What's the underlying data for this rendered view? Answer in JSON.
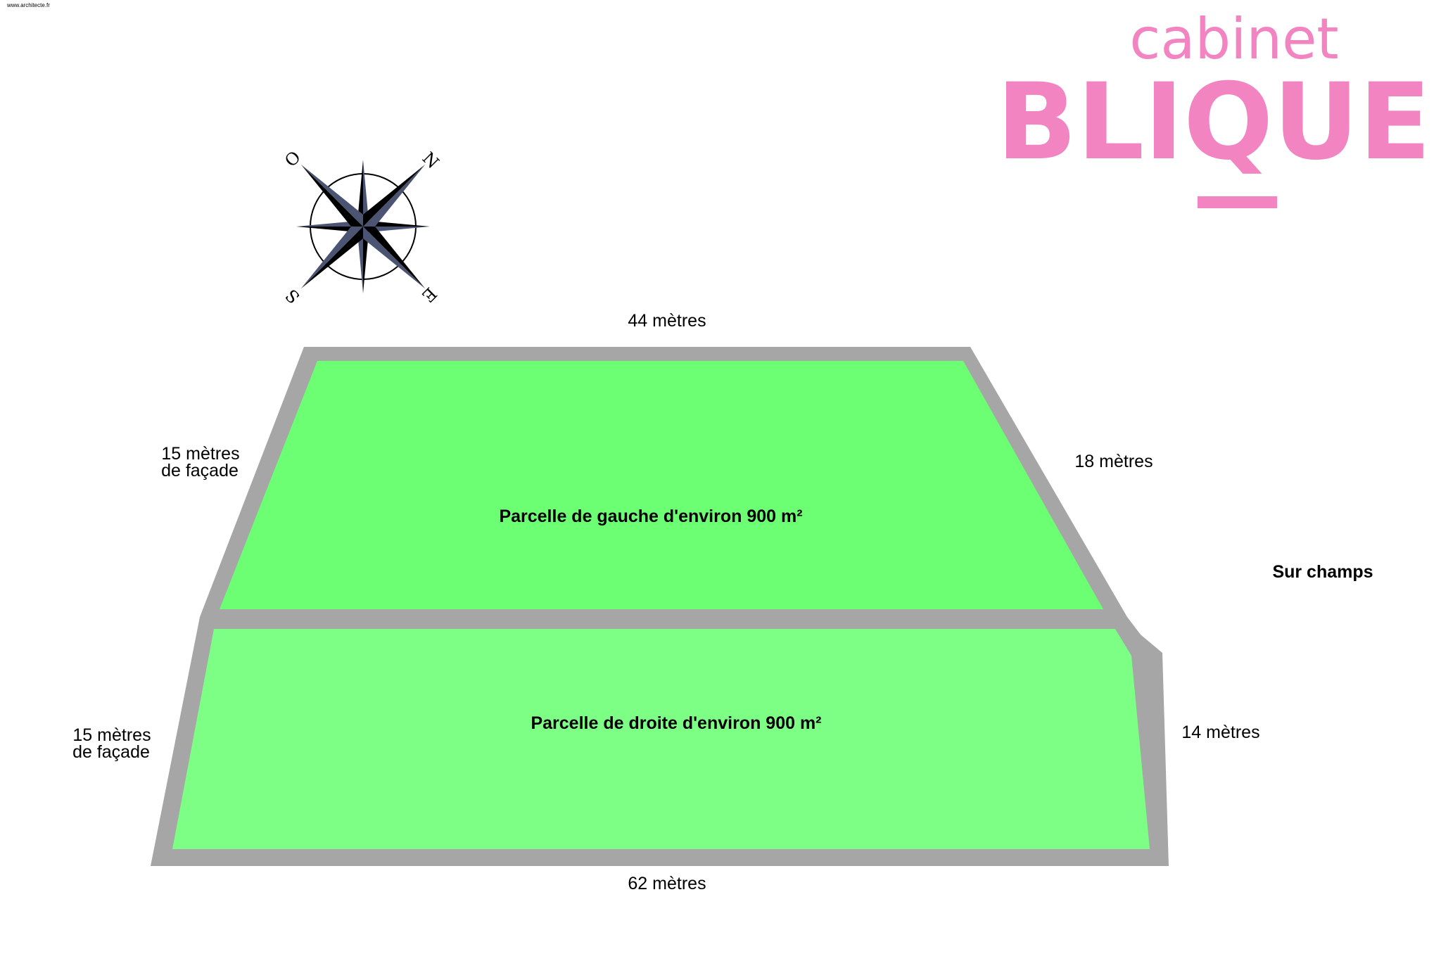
{
  "watermark": "www.architecte.fr",
  "brand": {
    "top": "cabinet",
    "main": "BLIQUE",
    "color": "#f285c1"
  },
  "compass": {
    "n": "N",
    "o": "O",
    "s": "S",
    "e": "E"
  },
  "colors": {
    "wall": "#a6a6a6",
    "parcel_left": "#6cff74",
    "parcel_right": "#7cff84"
  },
  "dimensions": {
    "top": "44 mètres",
    "bottom": "62 mètres",
    "right_upper": "18 mètres",
    "right_lower": "14 mètres",
    "facade_upper": [
      "15 mètres",
      "de façade"
    ],
    "facade_lower": [
      "15 mètres",
      "de façade"
    ]
  },
  "parcels": {
    "left": "Parcelle de gauche d'environ 900 m²",
    "right": "Parcelle de droite d'environ 900 m²"
  },
  "side_note": "Sur champs"
}
